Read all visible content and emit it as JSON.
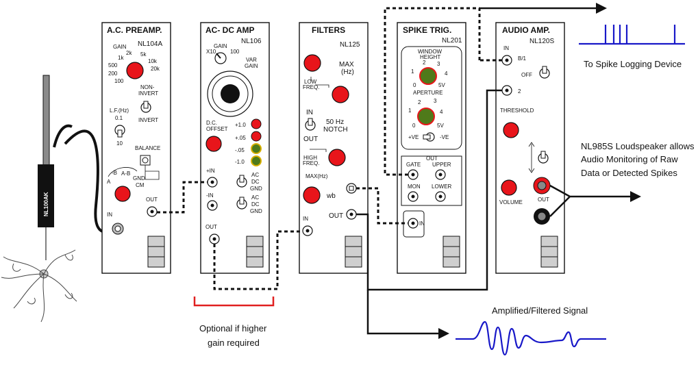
{
  "modules": [
    {
      "title": "A.C. PREAMP.",
      "model": "NL104A",
      "labels": {
        "gain": "GAIN",
        "g1k": "1k",
        "g2k": "2k",
        "g5k": "5k",
        "g10k": "10k",
        "g20k": "20k",
        "g500": "500",
        "g200": "200",
        "g100": "100",
        "non_invert": "NON-",
        "invert_line": "INVERT",
        "invert": "INVERT",
        "lf": "L.F.(Hz)",
        "lf01": "0.1",
        "lf10": "10",
        "balance": "BALANCE",
        "a": "A",
        "b": "-B",
        "ab": "A-B",
        "gnd": "GND",
        "cm": "CM",
        "out": "OUT",
        "in": "IN"
      }
    },
    {
      "title": "AC- DC AMP",
      "model": "NL106",
      "labels": {
        "gain": "GAIN",
        "x10": "X10",
        "x100": "100",
        "var": "VAR",
        "var_gain": "GAIN",
        "dc": "D.C.",
        "offset": "OFFSET",
        "v1": "+1.0",
        "v2": "+.05",
        "v3": "-.05",
        "v4": "-1.0",
        "pin": "+IN",
        "nin": "-IN",
        "ac": "AC",
        "dcl": "DC",
        "gndl": "GND",
        "out": "OUT"
      }
    },
    {
      "title": "FILTERS",
      "model": "NL125",
      "labels": {
        "max": "MAX",
        "hz": "(Hz)",
        "low": "LOW",
        "freq": "FREQ.",
        "in": "IN",
        "out": "OUT",
        "notch1": "50 Hz",
        "notch2": "NOTCH",
        "high": "HIGH",
        "hfreq": "FREQ.",
        "maxhz": "MAX(Hz)",
        "wb": "wb",
        "out2": "OUT",
        "in2": "IN"
      }
    },
    {
      "title": "SPIKE TRIG.",
      "model": "NL201",
      "labels": {
        "window": "WINDOW",
        "height": "HEIGHT",
        "aperture": "APERTURE",
        "n1": "1",
        "n2": "2",
        "n3": "3",
        "n4": "4",
        "n0": "0",
        "n5v": "5V",
        "pve": "+VE",
        "nve": "-VE",
        "out": "OUT",
        "gate": "GATE",
        "upper": "UPPER",
        "mon": "MON",
        "lower": "LOWER",
        "in": "IN"
      }
    },
    {
      "title": "AUDIO AMP.",
      "model": "NL120S",
      "labels": {
        "in": "IN",
        "b1": "B/1",
        "off": "OFF",
        "two": "2",
        "threshold": "THRESHOLD",
        "volume": "VOLUME",
        "out": "OUT"
      }
    }
  ],
  "probe_label": "NL100AK",
  "annotations": {
    "spike_logging": "To Spike Logging Device",
    "loudspeaker_1": "NL985S Loudspeaker allows",
    "loudspeaker_2": "Audio Monitoring of Raw",
    "loudspeaker_3": "Data or Detected Spikes",
    "amplified": "Amplified/Filtered Signal",
    "optional_1": "Optional if higher",
    "optional_2": "gain required"
  },
  "colors": {
    "knob": "#e8151b",
    "led_red": "#e8151b",
    "led_green": "#4f7a1a",
    "led_amber": "#d8b000",
    "signal": "#1818c8",
    "bracket": "#e02020"
  }
}
